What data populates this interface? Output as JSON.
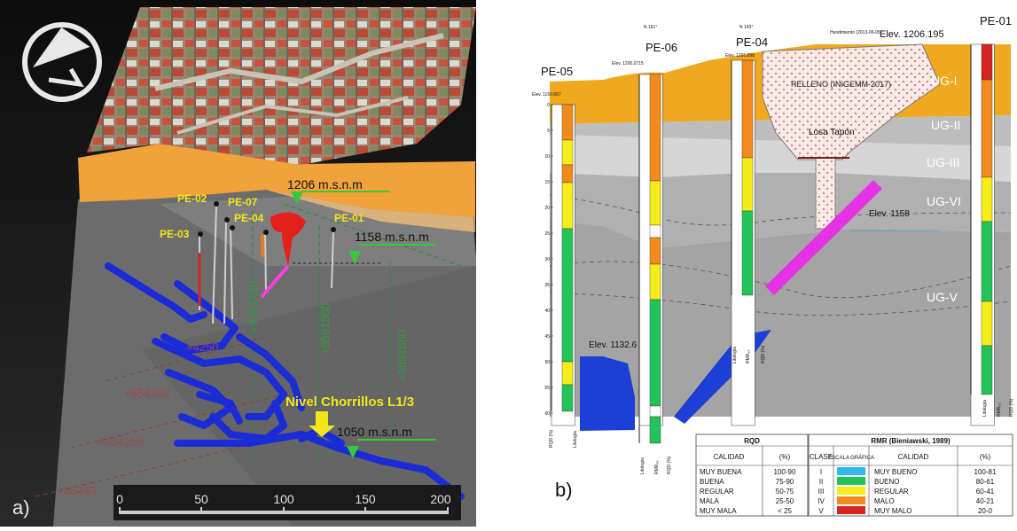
{
  "panel_a": {
    "label": "a)",
    "wells": [
      "PE-02",
      "PE-07",
      "PE-04",
      "PE-03",
      "PE-01"
    ],
    "elevations": {
      "top": "1206 m.s.n.m",
      "mid": "1158 m.s.n.m",
      "low": "1050 m.s.n.m"
    },
    "level_label": "Nivel Chorrillos L1/3",
    "north_coords": [
      "+9591750",
      "+9591800",
      "+9591850"
    ],
    "east_coords": [
      "+654200",
      "+654250",
      "+65440"
    ],
    "coord_small": "+4250",
    "scale_ticks": [
      "0",
      "50",
      "100",
      "150",
      "200"
    ],
    "colors": {
      "tunnel": "#1b2bd6",
      "fill": "#e3201b",
      "bar": "#ff3fe0",
      "terrain": "#f2a23a",
      "arrow": "#36c938"
    }
  },
  "panel_b": {
    "label": "b)",
    "wells": [
      "PE-05",
      "PE-06",
      "PE-04",
      "PE-01"
    ],
    "well_elevs": [
      "Elev. 1150.667",
      "Elev. 1200.0715",
      "Elev. 1201.898"
    ],
    "top_elev": "Elev. 1206.195",
    "hundimiento": "Hundimiento (2013-06-05)",
    "azimuths": [
      "N 161°",
      "N 143°"
    ],
    "relleno": "RELLENO (INIGEMM-2017)",
    "losa": "Losa Tapón",
    "elev_1158": "Elev. 1158",
    "elev_1132": "Elev. 1132.6",
    "units": [
      "UG-I",
      "UG-II",
      "UG-III",
      "UG-VI",
      "UG-V"
    ],
    "col_labels": {
      "rqd": "RQD (%)",
      "lito": "Litología",
      "rmr": "RMR₈₉"
    },
    "depths": [
      "0",
      "5",
      "10",
      "15",
      "20",
      "25",
      "30",
      "35",
      "40",
      "45",
      "50",
      "55",
      "60"
    ],
    "rqd_table": {
      "title": "RQD",
      "headers": [
        "CALIDAD",
        "(%)"
      ],
      "rows": [
        [
          "MUY BUENA",
          "100-90"
        ],
        [
          "BUENA",
          "75-90"
        ],
        [
          "REGULAR",
          "50-75"
        ],
        [
          "MALA",
          "25-50"
        ],
        [
          "MUY MALA",
          "< 25"
        ]
      ]
    },
    "rmr_table": {
      "title": "RMR (Bieniawski, 1989)",
      "headers": [
        "CLASE",
        "ESCALA GRÁFICA",
        "CALIDAD",
        "(%)"
      ],
      "rows": [
        [
          "I",
          "#2fb9ea",
          "MUY BUENO",
          "100-81"
        ],
        [
          "II",
          "#22c45a",
          "BUENO",
          "80-61"
        ],
        [
          "III",
          "#f5ec1a",
          "REGULAR",
          "60-41"
        ],
        [
          "IV",
          "#f28a1e",
          "MALO",
          "40-21"
        ],
        [
          "V",
          "#d42420",
          "MUY MALO",
          "20-0"
        ]
      ]
    }
  }
}
